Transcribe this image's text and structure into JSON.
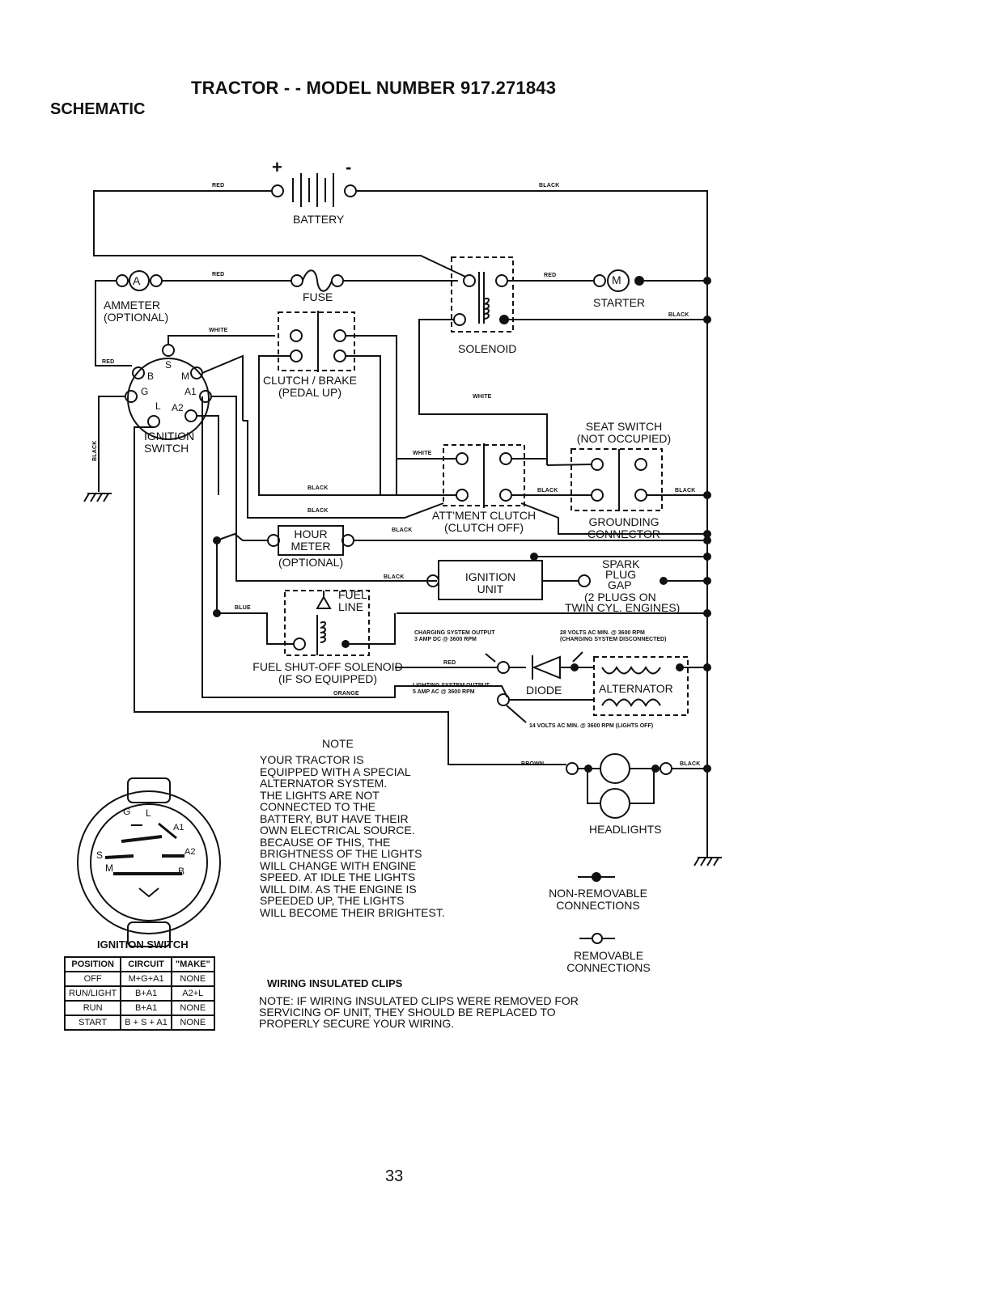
{
  "header": {
    "section": "SCHEMATIC",
    "title": "TRACTOR - - MODEL NUMBER 917.271843"
  },
  "components": {
    "battery": "BATTERY",
    "battery_plus": "+",
    "battery_minus": "-",
    "ammeter": [
      "AMMETER",
      "(OPTIONAL)"
    ],
    "ammeter_symbol": "A",
    "fuse": "FUSE",
    "solenoid": "SOLENOID",
    "starter": "STARTER",
    "starter_symbol": "M",
    "clutch_brake": [
      "CLUTCH / BRAKE",
      "(PEDAL UP)"
    ],
    "ignition_switch": [
      "IGNITION",
      "SWITCH"
    ],
    "switch_terminals": [
      "B",
      "S",
      "M",
      "G",
      "A1",
      "L",
      "A2"
    ],
    "seat_switch": [
      "SEAT SWITCH",
      "(NOT OCCUPIED)"
    ],
    "attachment_clutch": [
      "ATT'MENT CLUTCH",
      "(CLUTCH OFF)"
    ],
    "grounding_connector": [
      "GROUNDING",
      "CONNECTOR"
    ],
    "hour_meter": [
      "HOUR",
      "METER"
    ],
    "hour_meter_note": "(OPTIONAL)",
    "ignition_unit": [
      "IGNITION",
      "UNIT"
    ],
    "spark_plug": [
      "SPARK",
      "PLUG",
      "GAP",
      "(2 PLUGS ON",
      "TWIN CYL. ENGINES)"
    ],
    "fuel_line": [
      "FUEL",
      "LINE"
    ],
    "fuel_solenoid": [
      "FUEL SHUT-OFF SOLENOID",
      "(IF SO EQUIPPED)"
    ],
    "diode": "DIODE",
    "alternator": "ALTERNATOR",
    "headlights": "HEADLIGHTS"
  },
  "wire_colors": {
    "red": "RED",
    "black": "BLACK",
    "white": "WHITE",
    "blue": "BLUE",
    "orange": "ORANGE",
    "brown": "BROWN"
  },
  "specs": {
    "charging_output": [
      "CHARGING SYSTEM OUTPUT",
      "3 AMP DC @ 3600 RPM"
    ],
    "charging_disconnected": [
      "28 VOLTS AC MIN. @ 3600 RPM",
      "(CHARGING SYSTEM DISCONNECTED)"
    ],
    "lighting_output": [
      "LIGHTING SYSTEM OUTPUT",
      "5 AMP AC @ 3600 RPM"
    ],
    "lights_off": "14 VOLTS AC MIN. @ 3600 RPM (LIGHTS OFF)"
  },
  "note": {
    "heading": "NOTE",
    "lines": [
      "YOUR TRACTOR IS",
      "EQUIPPED WITH A SPECIAL",
      "ALTERNATOR SYSTEM.",
      "THE LIGHTS ARE NOT",
      "CONNECTED TO THE",
      "BATTERY, BUT HAVE THEIR",
      "OWN ELECTRICAL SOURCE.",
      "BECAUSE OF THIS, THE",
      "BRIGHTNESS OF THE LIGHTS",
      "WILL CHANGE WITH ENGINE",
      "SPEED.  AT IDLE THE LIGHTS",
      "WILL DIM.  AS THE ENGINE IS",
      "SPEEDED UP, THE LIGHTS",
      "WILL BECOME THEIR BRIGHTEST."
    ]
  },
  "legend": {
    "non_removable": [
      "NON-REMOVABLE",
      "CONNECTIONS"
    ],
    "removable": [
      "REMOVABLE",
      "CONNECTIONS"
    ]
  },
  "clips": {
    "heading": "WIRING INSULATED CLIPS",
    "lines": [
      "NOTE: IF WIRING INSULATED CLIPS WERE REMOVED FOR",
      "SERVICING OF UNIT, THEY SHOULD BE REPLACED TO",
      "PROPERLY SECURE YOUR WIRING."
    ]
  },
  "ignition_table": {
    "caption": "IGNITION SWITCH",
    "face_labels": [
      "G",
      "L",
      "A1",
      "S",
      "A2",
      "M",
      "B"
    ],
    "headers": [
      "POSITION",
      "CIRCUIT",
      "\"MAKE\""
    ],
    "rows": [
      [
        "OFF",
        "M+G+A1",
        "NONE"
      ],
      [
        "RUN/LIGHT",
        "B+A1",
        "A2+L"
      ],
      [
        "RUN",
        "B+A1",
        "NONE"
      ],
      [
        "START",
        "B + S + A1",
        "NONE"
      ]
    ]
  },
  "page_number": "33"
}
